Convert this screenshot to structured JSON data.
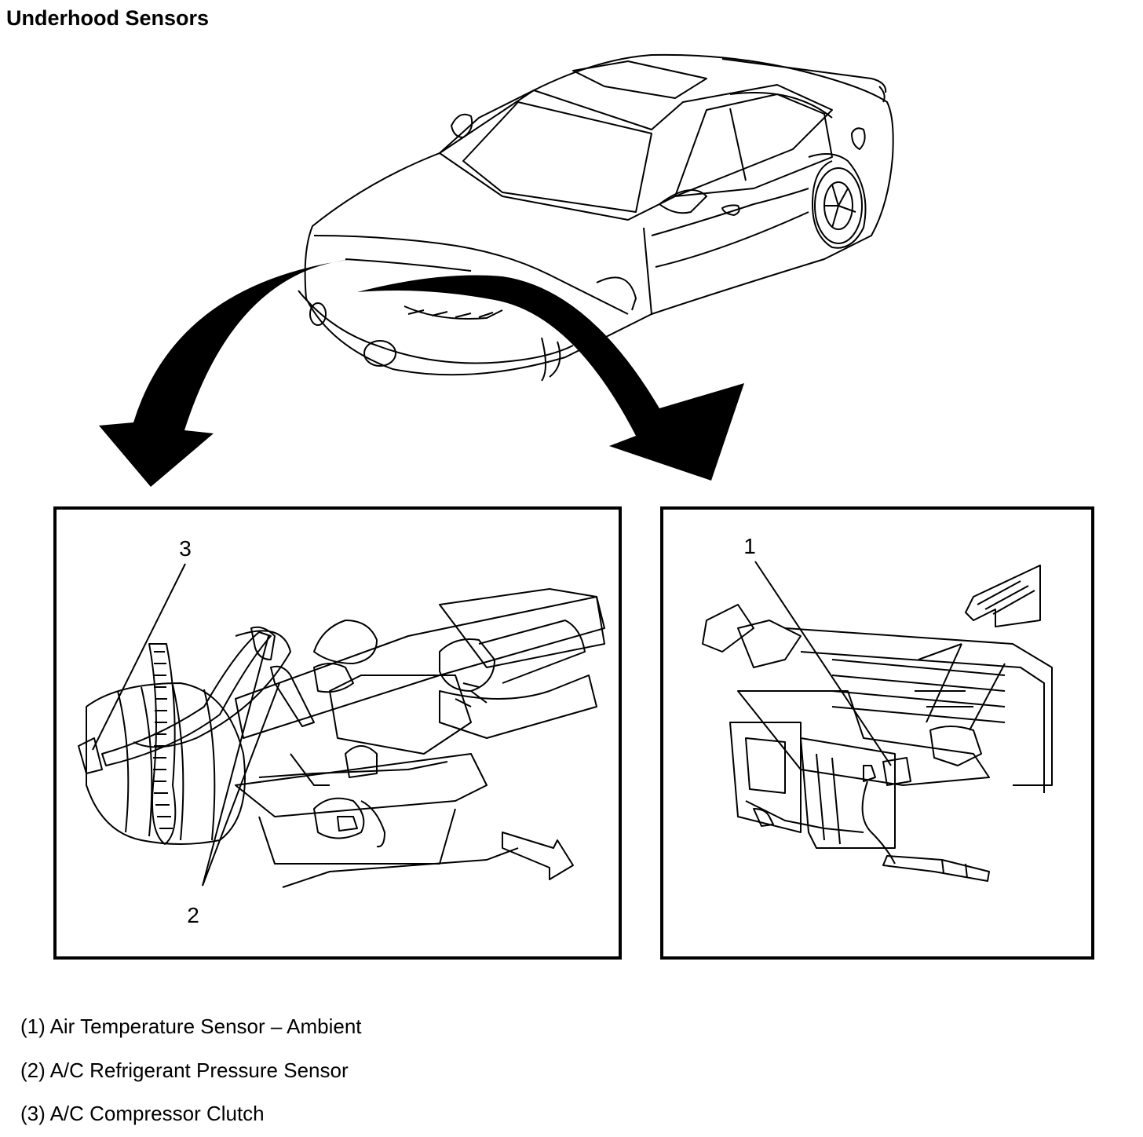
{
  "title": "Underhood Sensors",
  "callouts": {
    "c1": "1",
    "c2": "2",
    "c3": "3"
  },
  "legend": [
    "(1) Air Temperature Sensor – Ambient",
    "(2) A/C Refrigerant Pressure Sensor",
    "(3) A/C Compressor Clutch"
  ]
}
